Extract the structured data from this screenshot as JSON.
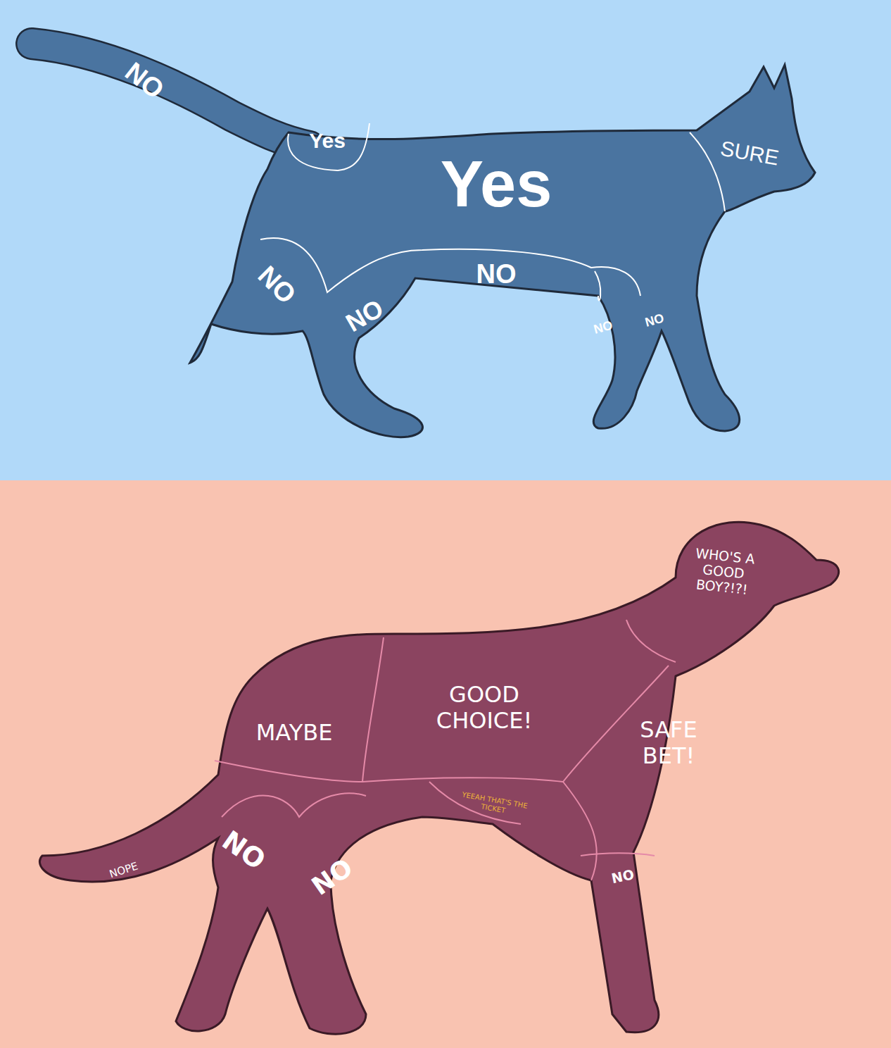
{
  "diagram": {
    "labels": [
      "NO",
      "Yes",
      "Yes",
      "SURE",
      "NO",
      "NO",
      "NO",
      "NO",
      "NO",
      "WHO'S A GOOD BOY?!?!",
      "MAYBE",
      "GOOD CHOICE!",
      "SAFE BET!",
      "YEEAH THAT'S THE TICKET",
      "NOPE",
      "NO",
      "NO",
      "NO"
    ]
  }
}
